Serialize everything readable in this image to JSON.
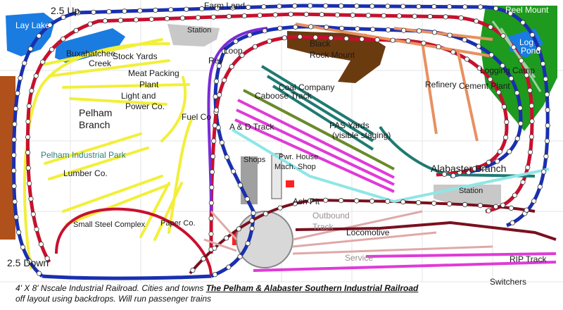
{
  "labels": {
    "up": "2.5 Up",
    "down": "2.5 Down",
    "farm_land": "Farm Land",
    "station_top": "Station",
    "station_right": "Station",
    "lay_lake": "Lay Lake",
    "buxahatchee": "Buxahatchee",
    "creek": "Creek",
    "stock_yards": "Stock Yards",
    "meat_packing_1": "Meat Packing",
    "meat_packing_2": "Plant",
    "light_power_1": "Light and",
    "light_power_2": "Power Co.",
    "pelham_branch_1": "Pelham",
    "pelham_branch_2": "Branch",
    "pelham_industrial_park": "Pelham Industrial Park",
    "fuel_co": "Fuel Co",
    "lumber_co": "Lumber Co.",
    "small_steel": "Small Steel Complex",
    "paper_co": "Paper Co.",
    "rev_loop_1": "Rev",
    "rev_loop_2": "Loop",
    "black_rock_1": "Black",
    "black_rock_2": "Rock Mount",
    "reel_mount": "Reel Mount",
    "log_pond_1": "Log",
    "log_pond_2": "Pond",
    "logging_camp": "Logging Camp",
    "refinery": "Refinery",
    "cement_plant": "Cement Plant",
    "coal_company": "Coal Company",
    "caboose_track": "Caboose Track",
    "ad_track": "A & D Track",
    "pas_yards_1": "PAS Yards",
    "pas_yards_2": "(visible staging)",
    "alabaster_branch": "Alabaster  Branch",
    "shops": "Shops",
    "pwr_house_1": "Pwr. House",
    "pwr_house_2": "Mach. Shop",
    "ash_pit": "Ash Pit",
    "outbound_1": "Outbound",
    "outbound_2": "Track",
    "locomotive": "Locomotive",
    "service": "Service",
    "rip_track": "RIP Track",
    "switchers": "Switchers"
  },
  "caption": {
    "line1_prefix": "4' X 8'  Nscale  Industrial Railroad. Cities and towns ",
    "title": "The Pelham & Alabaster Southern Industrial Railroad",
    "line2": "off layout using backdrops. Will run passenger trains"
  },
  "colors": {
    "main_blue": "#1a2fb0",
    "main_red": "#c8102e",
    "branch_yellow": "#f2ef3a",
    "rev_loop_purple": "#7a2bd6",
    "coal_teal": "#1f7a72",
    "caboose_magenta": "#e03ad8",
    "pas_olive": "#6a8a2a",
    "ad_cyan": "#8fe6e6",
    "alabaster_darkred": "#7a1020",
    "pink_yard": "#e0a8a8",
    "orange_industry": "#e89060",
    "logging_green": "#1e9a1e",
    "black_rock_brown": "#6b3b10",
    "lake_blue": "#1a7ce0",
    "gray_structure": "#c8c8c8"
  }
}
